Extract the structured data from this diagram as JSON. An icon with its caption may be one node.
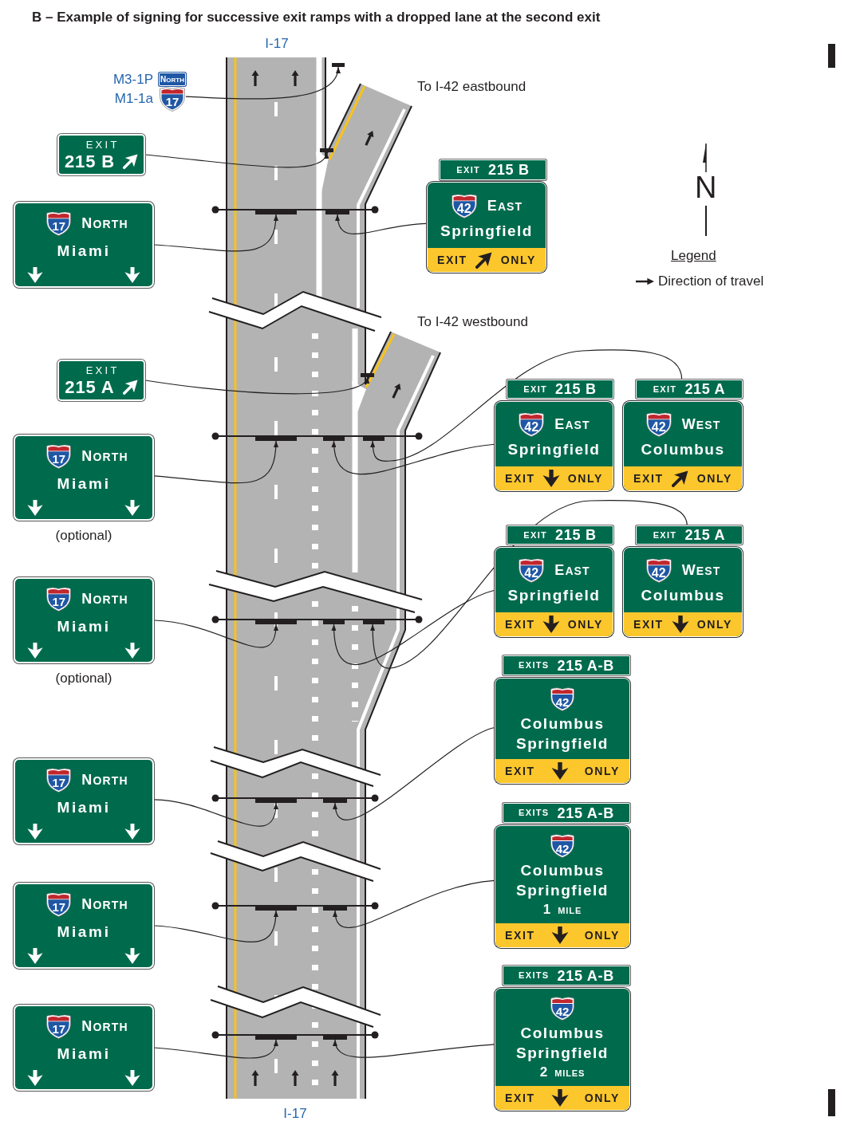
{
  "diagram": {
    "title": "B – Example of signing for successive exit ramps with a dropped lane at the second exit",
    "nodes": [
      {
        "text": [
          "NORTH"
        ],
        "beside": [
          "M3-1P"
        ]
      },
      {
        "text": [
          "17"
        ],
        "beside": [
          "M1-1a"
        ]
      },
      {
        "text": [],
        "shape": "bar"
      },
      {
        "text": [
          "EXIT",
          "215 B"
        ]
      },
      {
        "text": [],
        "shape": "bar"
      },
      {
        "text": [
          "EXIT",
          "215 B"
        ]
      },
      {
        "text": [
          "42",
          "EAST",
          "Springfield",
          "EXIT",
          "ONLY"
        ]
      },
      {
        "text": [
          "17",
          "NORTH",
          "Miami"
        ]
      },
      {
        "text": [],
        "shape": "bar"
      },
      {
        "text": [],
        "shape": "bar"
      },
      {
        "text": [
          "EXIT",
          "215 A"
        ]
      },
      {
        "text": [],
        "shape": "bar"
      },
      {
        "text": [
          "EXIT",
          "215 B"
        ]
      },
      {
        "text": [
          "EXIT",
          "215 A"
        ]
      },
      {
        "text": [
          "42",
          "EAST",
          "Springfield",
          "EXIT",
          "ONLY"
        ]
      },
      {
        "text": [
          "42",
          "WEST",
          "Columbus",
          "EXIT",
          "ONLY"
        ]
      },
      {
        "text": [
          "17",
          "NORTH",
          "Miami"
        ],
        "beside": [
          "(optional)"
        ]
      },
      {
        "text": [],
        "shape": "bar"
      },
      {
        "text": [],
        "shape": "bar"
      },
      {
        "text": [],
        "shape": "bar"
      },
      {
        "text": [
          "EXIT",
          "215 B"
        ]
      },
      {
        "text": [
          "EXIT",
          "215 A"
        ]
      },
      {
        "text": [
          "42",
          "EAST",
          "Springfield",
          "EXIT",
          "ONLY"
        ]
      },
      {
        "text": [
          "42",
          "WEST",
          "Columbus",
          "EXIT",
          "ONLY"
        ]
      },
      {
        "text": [
          "17",
          "NORTH",
          "Miami"
        ],
        "beside": [
          "(optional)"
        ]
      },
      {
        "text": [],
        "shape": "bar"
      },
      {
        "text": [],
        "shape": "bar"
      },
      {
        "text": [],
        "shape": "bar"
      },
      {
        "text": [
          "EXITS",
          "215 A-B"
        ]
      },
      {
        "text": [
          "42",
          "Columbus",
          "Springfield",
          "EXIT",
          "ONLY"
        ]
      },
      {
        "text": [
          "17",
          "NORTH",
          "Miami"
        ]
      },
      {
        "text": [],
        "shape": "bar"
      },
      {
        "text": [],
        "shape": "bar"
      },
      {
        "text": [
          "EXITS",
          "215 A-B"
        ]
      },
      {
        "text": [
          "42",
          "Columbus",
          "Springfield",
          "1",
          "MILE",
          "EXIT",
          "ONLY"
        ]
      },
      {
        "text": [
          "17",
          "NORTH",
          "Miami"
        ]
      },
      {
        "text": [],
        "shape": "bar"
      },
      {
        "text": [],
        "shape": "bar"
      },
      {
        "text": [
          "EXITS",
          "215 A-B"
        ]
      },
      {
        "text": [
          "42",
          "Columbus",
          "Springfield",
          "2",
          "MILES",
          "EXIT",
          "ONLY"
        ]
      },
      {
        "text": [
          "17",
          "NORTH",
          "Miami"
        ]
      },
      {
        "text": [],
        "shape": "bar"
      },
      {
        "text": [],
        "shape": "bar"
      }
    ],
    "edges": [
      {
        "from": 1,
        "to": 2,
        "arrow": "to"
      },
      {
        "from": 3,
        "to": 4,
        "arrow": "to"
      },
      {
        "from": 7,
        "to": 8,
        "arrow": "to"
      },
      {
        "from": 6,
        "to": 9,
        "arrow": "to"
      },
      {
        "from": 10,
        "to": 11,
        "arrow": "to"
      },
      {
        "from": 16,
        "to": 17,
        "arrow": "to"
      },
      {
        "from": 14,
        "to": 18,
        "arrow": "to"
      },
      {
        "from": 13,
        "to": 19,
        "arrow": "to"
      },
      {
        "from": 24,
        "to": 25,
        "arrow": "to"
      },
      {
        "from": 22,
        "to": 26,
        "arrow": "to"
      },
      {
        "from": 21,
        "to": 27,
        "arrow": "to"
      },
      {
        "from": 30,
        "to": 31,
        "arrow": "to"
      },
      {
        "from": 29,
        "to": 32,
        "arrow": "to"
      },
      {
        "from": 35,
        "to": 36,
        "arrow": "to"
      },
      {
        "from": 34,
        "to": 37,
        "arrow": "to"
      },
      {
        "from": 40,
        "to": 41,
        "arrow": "to"
      },
      {
        "from": 39,
        "to": 42,
        "arrow": "to"
      }
    ],
    "labels": [
      "I-17",
      "To I-42 eastbound",
      "N",
      "Legend",
      "To I-42 westbound",
      "I-17"
    ],
    "legend": [
      {
        "text": "Direction of travel"
      }
    ]
  }
}
